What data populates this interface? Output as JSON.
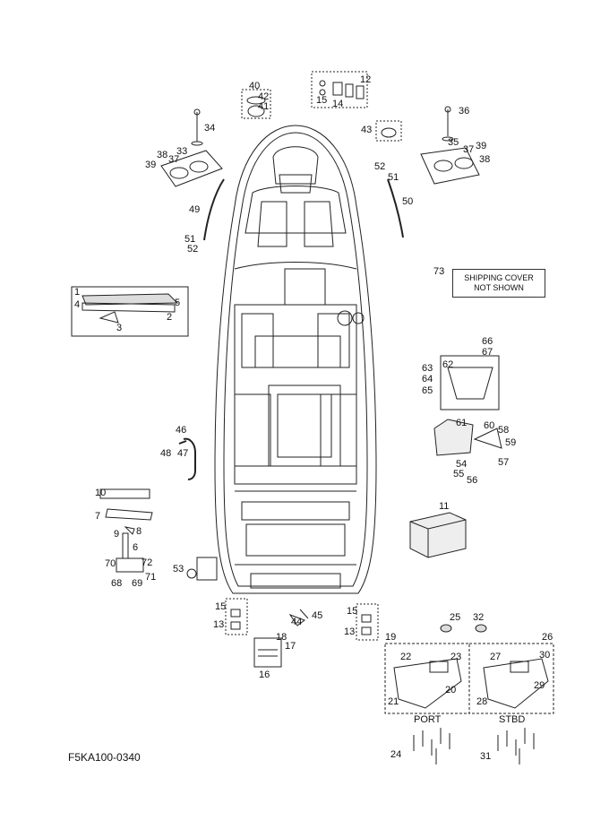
{
  "diagram_code": "F5KA100-0340",
  "notes": {
    "shipping_cover_line1": "SHIPPING COVER",
    "shipping_cover_line2": "NOT SHOWN"
  },
  "side_labels": {
    "port": "PORT",
    "stbd": "STBD"
  },
  "callouts": [
    "1",
    "2",
    "3",
    "4",
    "5",
    "6",
    "7",
    "8",
    "9",
    "10",
    "11",
    "12",
    "13",
    "14",
    "15",
    "16",
    "17",
    "18",
    "19",
    "20",
    "21",
    "22",
    "23",
    "24",
    "25",
    "26",
    "27",
    "28",
    "29",
    "30",
    "31",
    "32",
    "33",
    "34",
    "35",
    "36",
    "37",
    "38",
    "39",
    "40",
    "41",
    "42",
    "43",
    "44",
    "45",
    "46",
    "47",
    "48",
    "49",
    "50",
    "51",
    "52",
    "53",
    "54",
    "55",
    "56",
    "57",
    "58",
    "59",
    "60",
    "61",
    "62",
    "63",
    "64",
    "65",
    "66",
    "67",
    "68",
    "69",
    "70",
    "71",
    "72",
    "73"
  ],
  "callouts_dup": {
    "c13": "13",
    "c15": "15",
    "c37": "37",
    "c38": "38",
    "c39": "39",
    "c51": "51",
    "c52": "52"
  }
}
